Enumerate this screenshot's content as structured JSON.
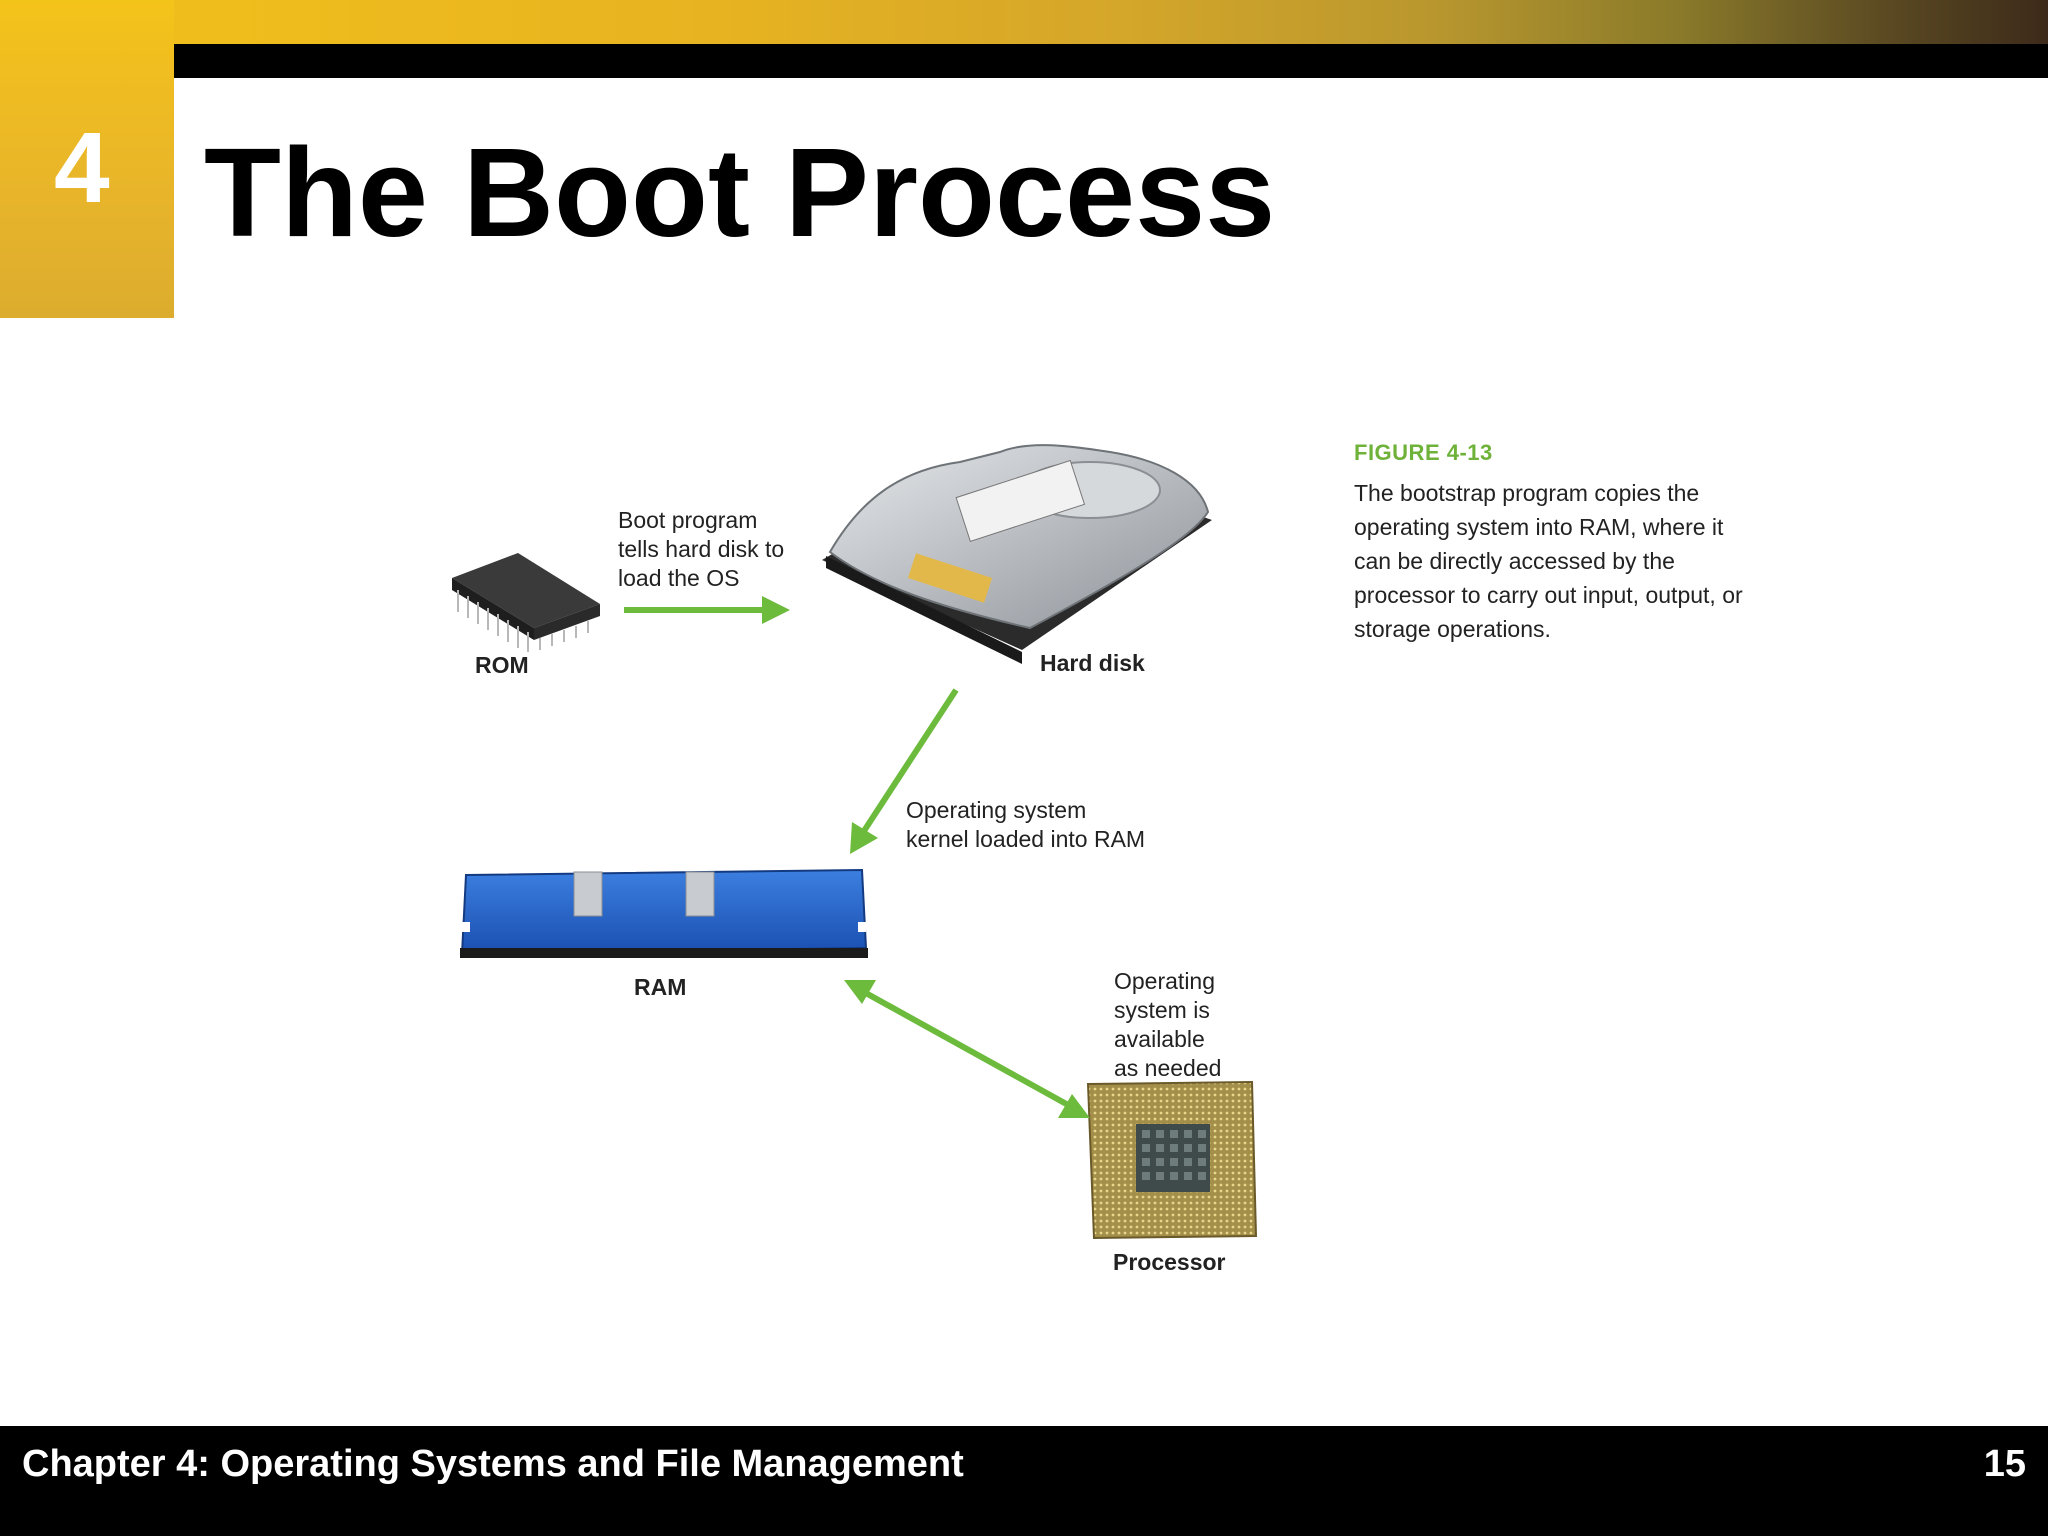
{
  "chapter_number": "4",
  "title": "The Boot Process",
  "figure": {
    "label": "FIGURE 4-13",
    "caption": "The bootstrap program copies the operating system into RAM, where it can be directly accessed by the processor to carry out input, output, or storage operations."
  },
  "diagram": {
    "components": {
      "rom": "ROM",
      "hard_disk": "Hard disk",
      "ram": "RAM",
      "processor": "Processor"
    },
    "annotations": {
      "rom_to_disk": [
        "Boot program",
        "tells hard disk to",
        "load the OS"
      ],
      "disk_to_ram": [
        "Operating system",
        "kernel loaded into RAM"
      ],
      "ram_processor": [
        "Operating",
        "system is",
        "available",
        "as needed"
      ]
    },
    "arrow_color": "#6cbb3c"
  },
  "footer": {
    "chapter_title": "Chapter 4: Operating Systems and File Management",
    "page_number": "15"
  }
}
